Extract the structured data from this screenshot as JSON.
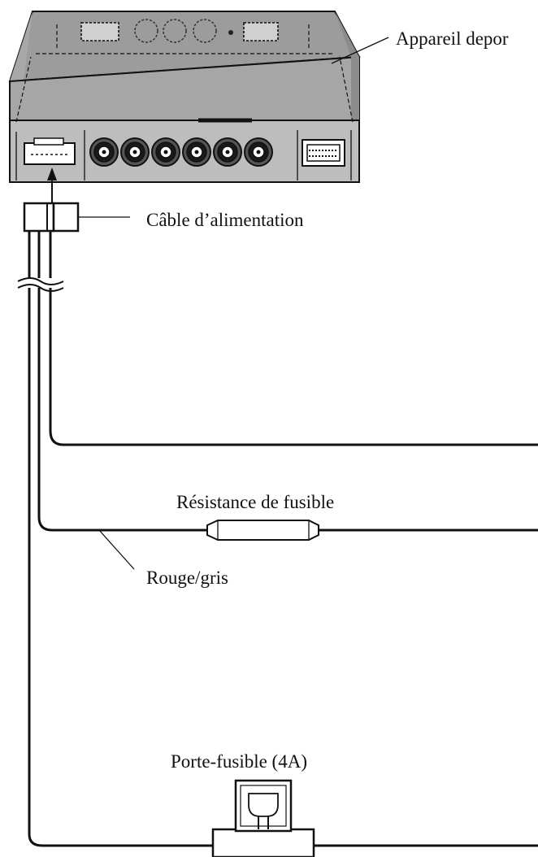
{
  "labels": {
    "device": "Appareil depor",
    "power_cable": "Câble d’alimentation",
    "fuse_resistor": "Résistance de fusible",
    "red_gray_wire": "Rouge/gris",
    "fuse_holder": "Porte-fusible (4A)"
  },
  "device": {
    "rca_jack_count": 6
  }
}
